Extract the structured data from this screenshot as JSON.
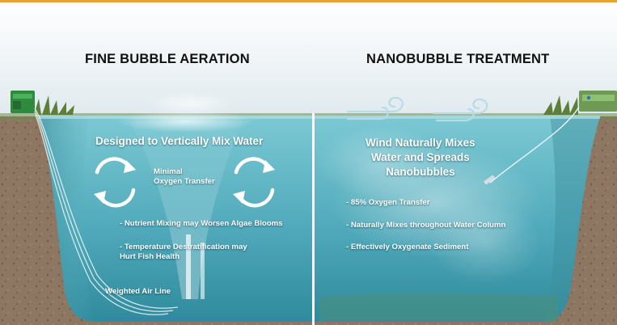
{
  "left_panel": {
    "heading": "FINE BUBBLE AERATION",
    "subtitle": "Designed to Vertically Mix Water",
    "oxygen_label": "Minimal\nOxygen Transfer",
    "bullets": [
      "- Nutrient Mixing may Worsen Algae Blooms",
      "- Temperature Destratification may\nHurt Fish Health"
    ],
    "air_line_label": "Weighted Air Line"
  },
  "right_panel": {
    "heading": "NANOBUBBLE TREATMENT",
    "subtitle": "Wind Naturally Mixes\nWater and Spreads\nNanobubbles",
    "bullets": [
      "- 85% Oxygen Transfer",
      "- Naturally Mixes throughout Water Column",
      "- Effectively Oxygenate Sediment"
    ]
  },
  "icons": [
    "mixing-arrows-icon",
    "wind-icon",
    "compressor-icon",
    "nanobubble-generator-icon"
  ],
  "colors": {
    "water": "#5fb8c6",
    "water_deep": "#2f8ea3",
    "soil": "#8a7560",
    "sky": "#eef3f5",
    "accent_bar": "#e8a23a"
  }
}
